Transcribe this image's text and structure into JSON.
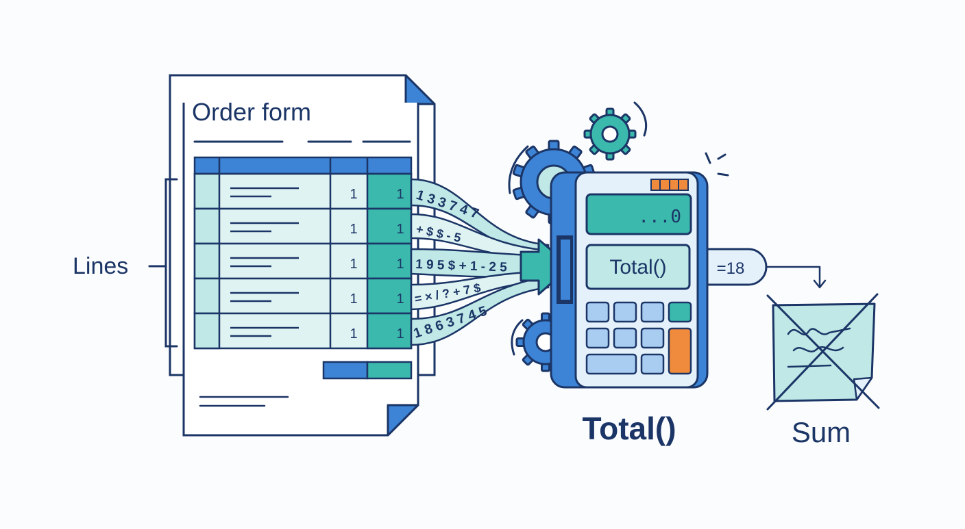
{
  "colors": {
    "navy": "#1b3566",
    "blue": "#3d84d6",
    "teal": "#3bb9ad",
    "light_teal": "#bfe8e6",
    "pale_teal": "#dff3f2",
    "orange": "#f08a3c",
    "paper": "#ffffff"
  },
  "form": {
    "title": "Order form",
    "rows": [
      {
        "qty": "1",
        "total": "1"
      },
      {
        "qty": "1",
        "total": "1"
      },
      {
        "qty": "1",
        "total": "1"
      },
      {
        "qty": "1",
        "total": "1"
      },
      {
        "qty": "1",
        "total": "1"
      }
    ]
  },
  "lines_label": "Lines",
  "streams": [
    "1 3 3 7 4 7",
    "+ $ $ - 5",
    "1 9 5 $ + 1 - 2 5",
    "= × / ? + 7 $",
    "1 8 6 3 7 4 5"
  ],
  "calculator": {
    "display": "...0",
    "function_label": "Total()",
    "caption": "Total()"
  },
  "result": {
    "value": "=18"
  },
  "sum": {
    "label": "Sum"
  },
  "icons": {
    "gears": "gear-icon",
    "document": "document-icon",
    "calculator": "calculator-icon",
    "arrow": "arrow-right-icon",
    "crossed_note": "crossed-out-note-icon"
  }
}
